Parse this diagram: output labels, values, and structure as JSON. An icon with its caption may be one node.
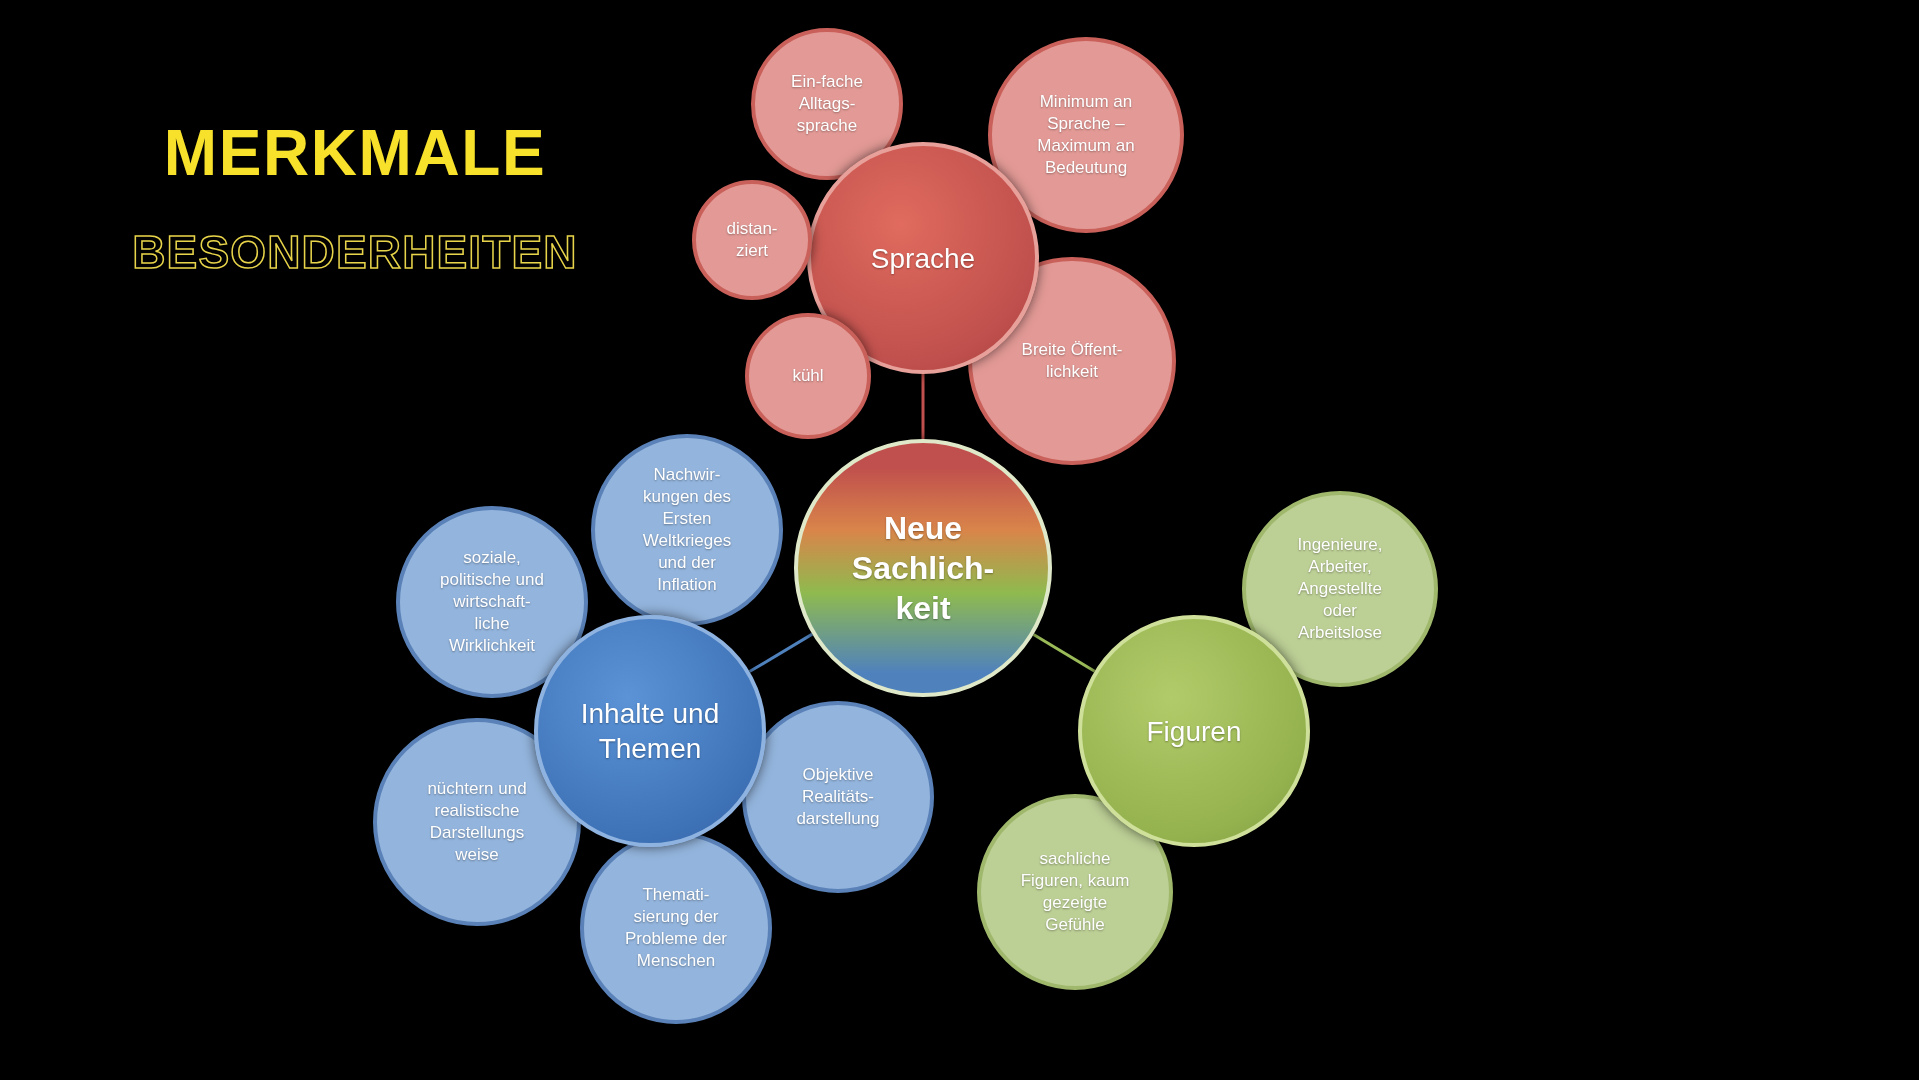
{
  "diagram": {
    "title": "MERKMALE",
    "nodes": [
      {
        "text": [
          "Neue Sachlich-keit"
        ]
      },
      {
        "text": [
          "Sprache"
        ]
      },
      {
        "text": [
          "Inhalte und Themen"
        ]
      },
      {
        "text": [
          "Figuren"
        ]
      },
      {
        "text": [
          "Ein-fache Alltags-sprache"
        ]
      },
      {
        "text": [
          "Minimum an Sprache – Maximum an Bedeutung"
        ]
      },
      {
        "text": [
          "distan-ziert"
        ]
      },
      {
        "text": [
          "kühl"
        ]
      },
      {
        "text": [
          "Breite Öffent-lichkeit"
        ]
      },
      {
        "text": [
          "soziale, politische und wirtschaft-liche Wirklichkeit"
        ]
      },
      {
        "text": [
          "Nachwir-kungen des Ersten Weltkrieges und der Inflation"
        ]
      },
      {
        "text": [
          "nüchtern und realistische Darstellungs weise"
        ]
      },
      {
        "text": [
          "Objektive Realitäts-darstellung"
        ]
      },
      {
        "text": [
          "Themati-sierung der Probleme der Menschen"
        ]
      },
      {
        "text": [
          "Ingenieure, Arbeiter, Angestellte oder Arbeitslose"
        ]
      },
      {
        "text": [
          "sachliche Figuren, kaum gezeigte Gefühle"
        ]
      }
    ],
    "edges": [
      {
        "from": 0,
        "to": 1,
        "arrow": "none",
        "color": "#c0504d"
      },
      {
        "from": 0,
        "to": 2,
        "arrow": "none",
        "color": "#4f81bd"
      },
      {
        "from": 0,
        "to": 3,
        "arrow": "none",
        "color": "#9bbb59"
      }
    ],
    "labels": [
      "BESONDERHEITEN"
    ]
  }
}
